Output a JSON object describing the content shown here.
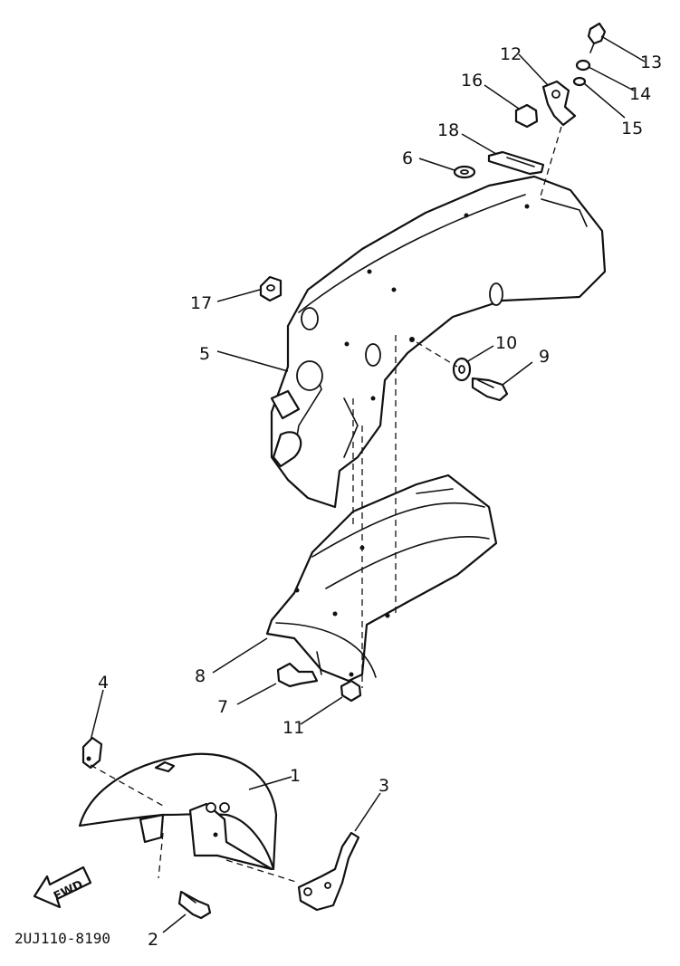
{
  "callouts": {
    "c1": "1",
    "c2": "2",
    "c3": "3",
    "c4": "4",
    "c5": "5",
    "c6": "6",
    "c7": "7",
    "c8": "8",
    "c9": "9",
    "c10": "10",
    "c11": "11",
    "c12": "12",
    "c13": "13",
    "c14": "14",
    "c15": "15",
    "c16": "16",
    "c17": "17",
    "c18": "18"
  },
  "fwd_label": "FWD",
  "drawing_code": "2UJ110-8190"
}
